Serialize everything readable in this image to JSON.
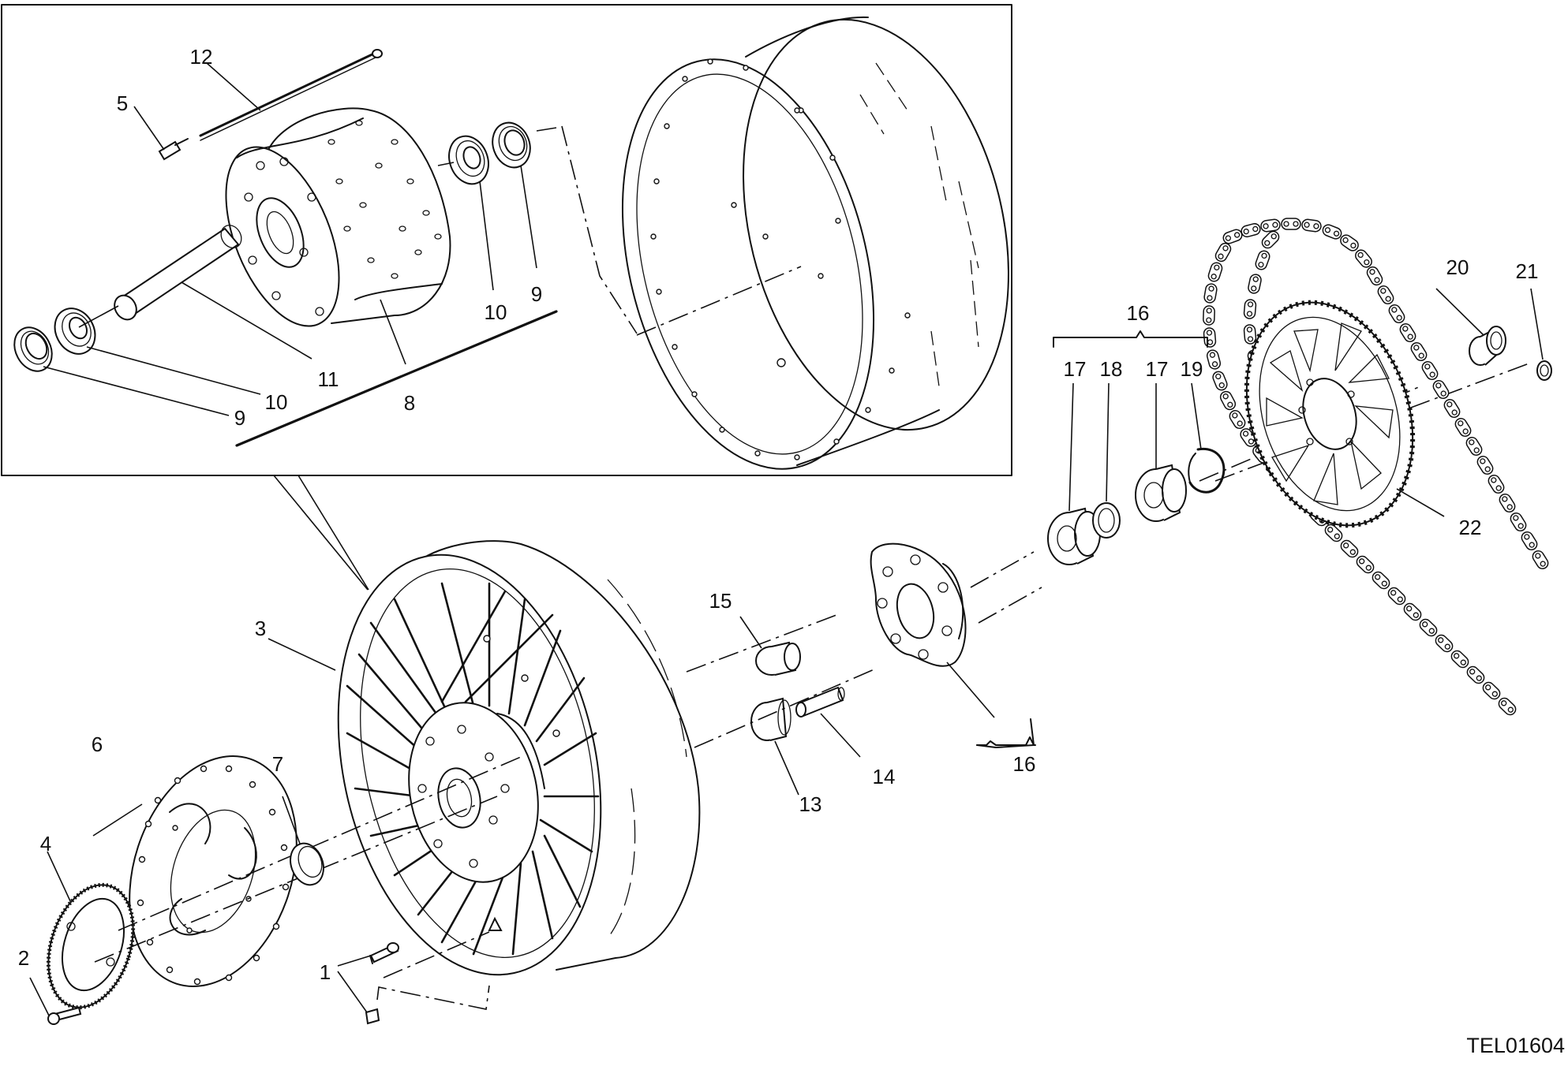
{
  "callouts": [
    {
      "id": "c1",
      "text": "1"
    },
    {
      "id": "c2",
      "text": "2"
    },
    {
      "id": "c3",
      "text": "3"
    },
    {
      "id": "c4",
      "text": "4"
    },
    {
      "id": "c5",
      "text": "5"
    },
    {
      "id": "c6",
      "text": "6"
    },
    {
      "id": "c7",
      "text": "7"
    },
    {
      "id": "c8",
      "text": "8"
    },
    {
      "id": "c9a",
      "text": "9"
    },
    {
      "id": "c9b",
      "text": "9"
    },
    {
      "id": "c10a",
      "text": "10"
    },
    {
      "id": "c10b",
      "text": "10"
    },
    {
      "id": "c11",
      "text": "11"
    },
    {
      "id": "c12",
      "text": "12"
    },
    {
      "id": "c13",
      "text": "13"
    },
    {
      "id": "c14",
      "text": "14"
    },
    {
      "id": "c15",
      "text": "15"
    },
    {
      "id": "c16a",
      "text": "16"
    },
    {
      "id": "c16b",
      "text": "16"
    },
    {
      "id": "c17a",
      "text": "17"
    },
    {
      "id": "c17b",
      "text": "17"
    },
    {
      "id": "c18",
      "text": "18"
    },
    {
      "id": "c19",
      "text": "19"
    },
    {
      "id": "c20",
      "text": "20"
    },
    {
      "id": "c21",
      "text": "21"
    },
    {
      "id": "c22",
      "text": "22"
    }
  ],
  "drawing_code": "TEL01604"
}
